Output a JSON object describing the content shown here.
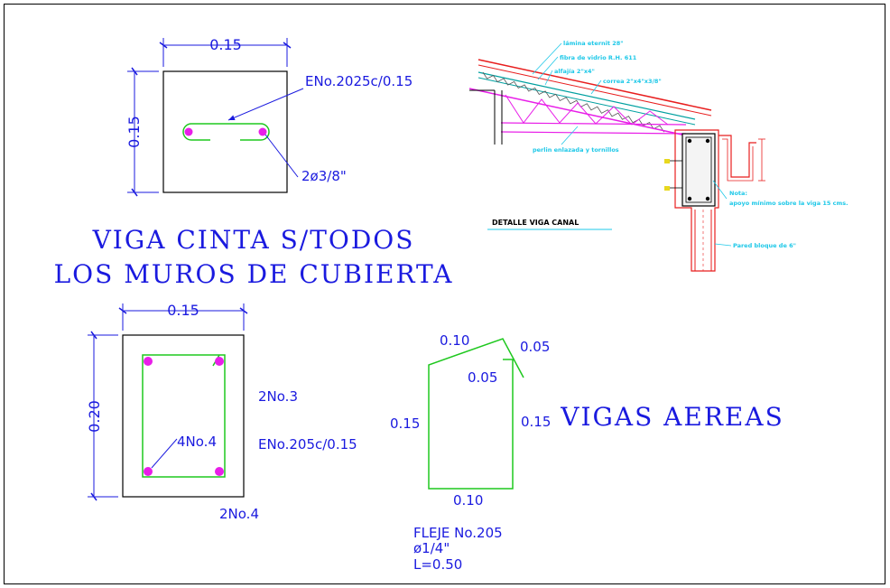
{
  "colors": {
    "outline": "#000000",
    "dimension": "#1a1adf",
    "stirrup": "#1ec81e",
    "rebar": "#e81ee8",
    "roof": "#e81e1e",
    "purlin": "#e81ee8",
    "note": "#1ec8e8"
  },
  "viga_cinta": {
    "width_label": "0.15",
    "height_label": "0.15",
    "stirrup_label": "ENo.2025c/0.15",
    "bar_label": "2ø3/8\"",
    "title_line1": "VIGA CINTA S/TODOS",
    "title_line2": "LOS MUROS DE CUBIERTA"
  },
  "viga_aerea": {
    "width_label": "0.15",
    "height_label": "0.20",
    "top_bars_label": "2No.3",
    "inner_bars_label": "4No.4",
    "stirrup_label": "ENo.205c/0.15",
    "bottom_bars_label": "2No.4",
    "title": "VIGAS AEREAS"
  },
  "fleje": {
    "top_label": "0.10",
    "hook_label": "0.05",
    "hook_inner_label": "0.05",
    "left_label": "0.15",
    "right_label": "0.15",
    "bottom_label": "0.10",
    "spec_line1": "FLEJE No.205",
    "spec_line2": "ø1/4\"",
    "spec_line3": "L=0.50"
  },
  "detalle": {
    "title": "DETALLE VIGA CANAL",
    "note_1": "lámina eternit 28\"",
    "note_2": "fibra de vidrio R.H. 611",
    "note_3": "alfajía 2\"x4\"",
    "note_4": "correa 2\"x4\"x3/8\"",
    "note_5": "perlin enlazada y tornillos",
    "note_6": "Nota:",
    "note_7": "apoyo mínimo sobre la viga 15 cms.",
    "note_8": "Pared bloque de 6\""
  }
}
